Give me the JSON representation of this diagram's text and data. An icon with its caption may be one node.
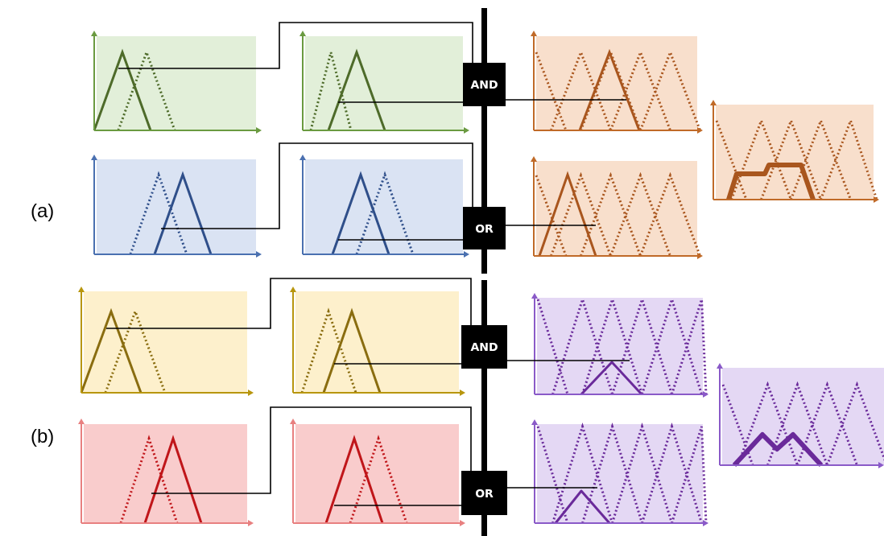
{
  "diagram": {
    "nodes": [
      {
        "text": [],
        "shape": "picture"
      },
      {
        "text": [],
        "shape": "picture"
      },
      {
        "text": [
          "AND"
        ]
      },
      {
        "text": [],
        "shape": "picture"
      },
      {
        "text": [],
        "shape": "picture"
      },
      {
        "text": [],
        "shape": "picture"
      },
      {
        "text": [],
        "shape": "picture"
      },
      {
        "text": [
          "OR"
        ]
      },
      {
        "text": [],
        "shape": "picture"
      },
      {
        "text": [],
        "shape": "picture"
      },
      {
        "text": [],
        "shape": "picture"
      },
      {
        "text": [
          "AND"
        ]
      },
      {
        "text": [],
        "shape": "picture"
      },
      {
        "text": [],
        "shape": "picture"
      },
      {
        "text": [],
        "shape": "picture"
      },
      {
        "text": [],
        "shape": "picture"
      },
      {
        "text": [
          "OR"
        ]
      },
      {
        "text": [],
        "shape": "picture"
      }
    ],
    "edges": [
      {
        "from": 0,
        "to": 2,
        "arrow": "none"
      },
      {
        "from": 1,
        "to": 2,
        "arrow": "none"
      },
      {
        "from": 2,
        "to": 3,
        "arrow": "none"
      },
      {
        "from": 5,
        "to": 7,
        "arrow": "none"
      },
      {
        "from": 6,
        "to": 7,
        "arrow": "none"
      },
      {
        "from": 7,
        "to": 8,
        "arrow": "none"
      },
      {
        "from": 9,
        "to": 11,
        "arrow": "none"
      },
      {
        "from": 10,
        "to": 11,
        "arrow": "none"
      },
      {
        "from": 11,
        "to": 12,
        "arrow": "none"
      },
      {
        "from": 14,
        "to": 16,
        "arrow": "none"
      },
      {
        "from": 15,
        "to": 16,
        "arrow": "none"
      },
      {
        "from": 16,
        "to": 17,
        "arrow": "none"
      }
    ],
    "labels": [
      "(a)",
      "(b)"
    ]
  }
}
